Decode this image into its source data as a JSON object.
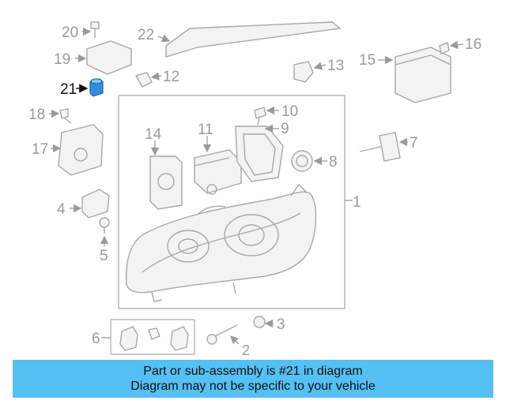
{
  "diagram": {
    "highlighted_part": "21",
    "callouts": [
      "1",
      "2",
      "3",
      "4",
      "5",
      "6",
      "7",
      "8",
      "9",
      "10",
      "11",
      "12",
      "13",
      "14",
      "15",
      "16",
      "17",
      "18",
      "19",
      "20",
      "21",
      "22"
    ],
    "colors": {
      "highlight": "#2f8fe0",
      "lines": "#a8a8a8",
      "banner": "#55c0f3"
    }
  },
  "banner": {
    "line1": "Part or sub-assembly is #21 in diagram",
    "line2": "Diagram may not be specific to your vehicle"
  }
}
